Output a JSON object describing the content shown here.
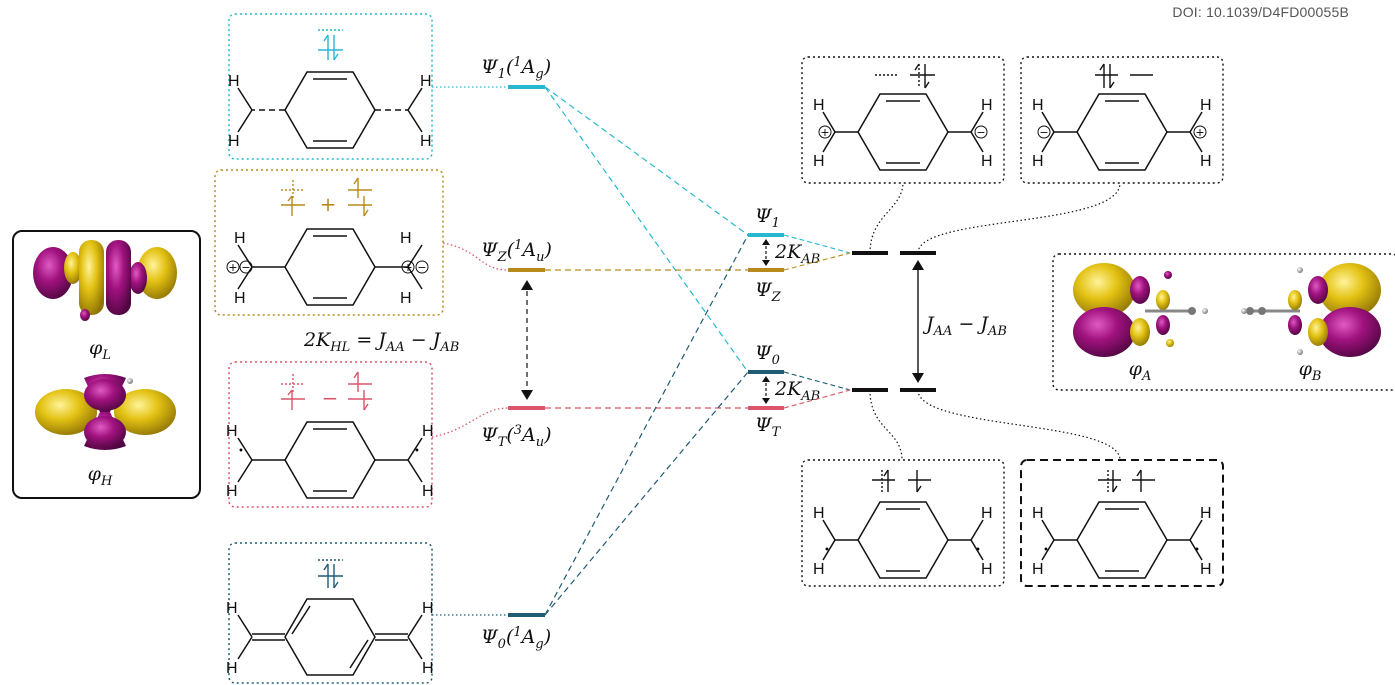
{
  "header": {
    "doi": "DOI: 10.1039/D4FD00055B"
  },
  "colors": {
    "psi1": "#27b8d0",
    "psiZ": "#b88a1c",
    "psiT": "#d9566a",
    "psi0": "#1f5b73",
    "lobe_purple": "#a0127e",
    "lobe_yellow": "#e3c213",
    "bond": "#111111"
  },
  "left_panel": {
    "phi_L": {
      "symbol": "φ",
      "sub": "L"
    },
    "phi_H": {
      "symbol": "φ",
      "sub": "H"
    }
  },
  "states": {
    "psi1_g": {
      "main": "Ψ",
      "sub": "1",
      "paren": "(",
      "sup": "1",
      "term": "A",
      "term_sub": "g",
      "close": ")"
    },
    "psiZ_u": {
      "main": "Ψ",
      "sub": "Z",
      "paren": "(",
      "sup": "1",
      "term": "A",
      "term_sub": "u",
      "close": ")"
    },
    "psiT_u": {
      "main": "Ψ",
      "sub": "T",
      "paren": "(",
      "sup": "3",
      "term": "A",
      "term_sub": "u",
      "close": ")"
    },
    "psi0_g": {
      "main": "Ψ",
      "sub": "0",
      "paren": "(",
      "sup": "1",
      "term": "A",
      "term_sub": "g",
      "close": ")"
    }
  },
  "center_labels": {
    "two_K_HL": {
      "lhs": "2K",
      "lhs_sub": "HL",
      "eq": " = J",
      "j1_sub": "AA",
      "minus": " − J",
      "j2_sub": "AB"
    },
    "psi1": {
      "main": "Ψ",
      "sub": "1"
    },
    "psiZ": {
      "main": "Ψ",
      "sub": "Z"
    },
    "psi0": {
      "main": "Ψ",
      "sub": "0"
    },
    "psiT": {
      "main": "Ψ",
      "sub": "T"
    },
    "two_K_AB_top": {
      "main": "2K",
      "sub": "AB"
    },
    "two_K_AB_bottom": {
      "main": "2K",
      "sub": "AB"
    }
  },
  "right_labels": {
    "J_diff": {
      "j1": "J",
      "j1_sub": "AA",
      "minus": " − J",
      "j2_sub": "AB"
    },
    "phi_A": {
      "symbol": "φ",
      "sub": "A"
    },
    "phi_B": {
      "symbol": "φ",
      "sub": "B"
    }
  },
  "molecule": {
    "H": "H",
    "plus": "+",
    "minus": "−",
    "dot": "•"
  },
  "config_signs": {
    "plus": "+",
    "minus": "−"
  }
}
